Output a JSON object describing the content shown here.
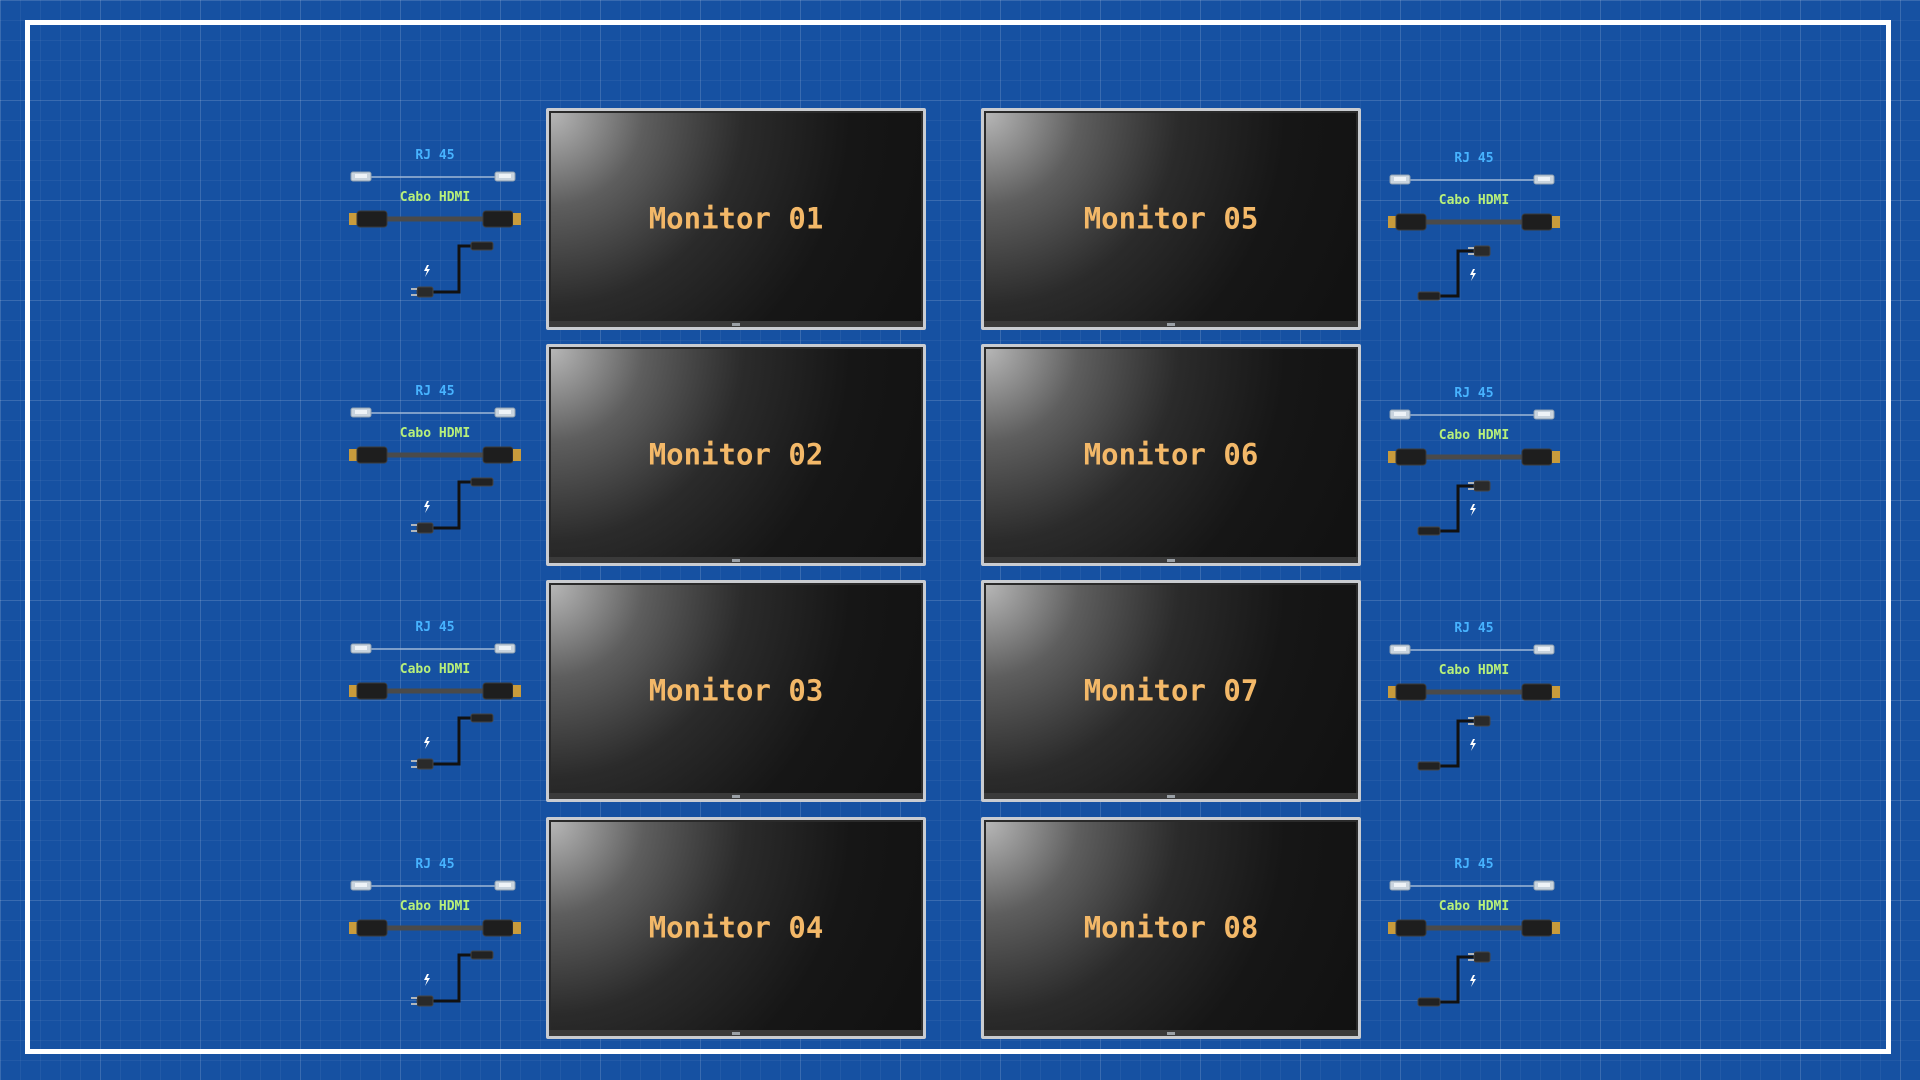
{
  "monitors": [
    {
      "label": "Monitor 01"
    },
    {
      "label": "Monitor 02"
    },
    {
      "label": "Monitor 03"
    },
    {
      "label": "Monitor 04"
    },
    {
      "label": "Monitor 05"
    },
    {
      "label": "Monitor 06"
    },
    {
      "label": "Monitor 07"
    },
    {
      "label": "Monitor 08"
    }
  ],
  "cables": {
    "rj45_label": "RJ 45",
    "hdmi_label": "Cabo HDMI"
  },
  "colors": {
    "background": "#1651a2",
    "frame": "#ffffff",
    "monitor_label": "#f3b868",
    "rj45_label": "#47b3ff",
    "hdmi_label": "#b8f07a"
  }
}
